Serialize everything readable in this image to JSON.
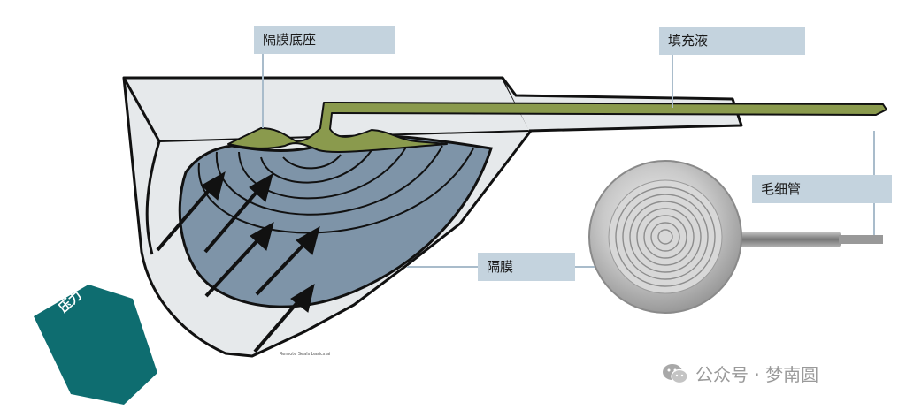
{
  "labels": {
    "diaphragm_base": "隔膜底座",
    "fill_fluid": "填充液",
    "capillary": "毛细管",
    "diaphragm": "隔膜",
    "pressure": "压力"
  },
  "file_caption": "Remote Seals basics.ai",
  "watermark": "公众号 · 梦南圆",
  "icons": [
    "wechat-icon",
    "pressure-arrow-icon"
  ],
  "colors": {
    "label_bg": "#c4d3de",
    "fill_fluid": "#8a9a4d",
    "diaphragm": "#7e94a8",
    "housing": "#e6e9eb",
    "pressure_badge": "#0e6d70"
  }
}
